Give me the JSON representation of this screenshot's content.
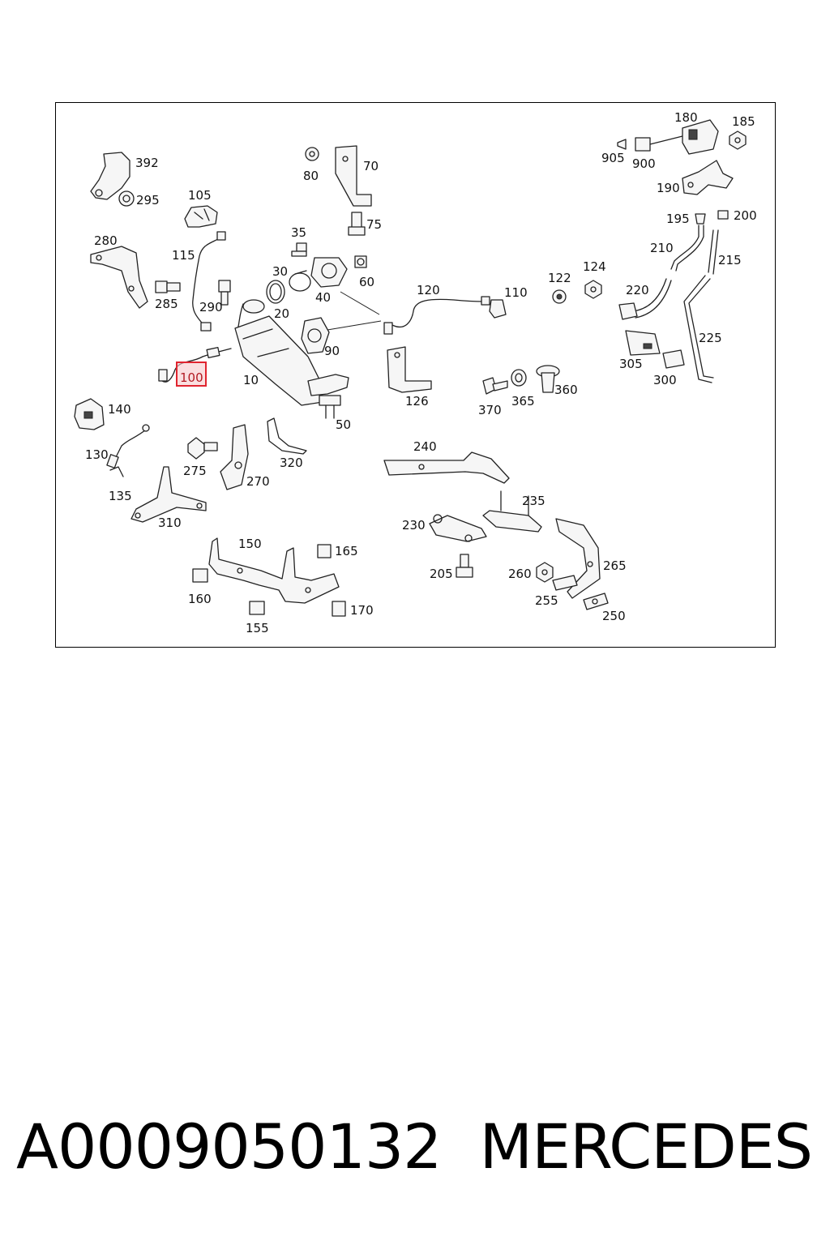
{
  "diagram": {
    "callouts": {
      "c10": "10",
      "c20": "20",
      "c30": "30",
      "c35": "35",
      "c40": "40",
      "c50": "50",
      "c60": "60",
      "c70": "70",
      "c75": "75",
      "c80": "80",
      "c90": "90",
      "c100": "100",
      "c105": "105",
      "c110": "110",
      "c115": "115",
      "c120": "120",
      "c122": "122",
      "c124": "124",
      "c126": "126",
      "c130": "130",
      "c135": "135",
      "c140": "140",
      "c150": "150",
      "c155": "155",
      "c160": "160",
      "c165": "165",
      "c170": "170",
      "c180": "180",
      "c185": "185",
      "c190": "190",
      "c195": "195",
      "c200": "200",
      "c205": "205",
      "c210": "210",
      "c215": "215",
      "c220": "220",
      "c225": "225",
      "c230": "230",
      "c235": "235",
      "c240": "240",
      "c250": "250",
      "c255": "255",
      "c260": "260",
      "c265": "265",
      "c270": "270",
      "c275": "275",
      "c280": "280",
      "c285": "285",
      "c290": "290",
      "c295": "295",
      "c300": "300",
      "c305": "305",
      "c310": "310",
      "c320": "320",
      "c360": "360",
      "c365": "365",
      "c370": "370",
      "c392": "392",
      "c900": "900",
      "c905": "905"
    },
    "highlighted_callout": "100",
    "highlight_color": "#e0242f"
  },
  "footer": {
    "part_number": "A0009050132",
    "brand": "MERCEDES"
  }
}
